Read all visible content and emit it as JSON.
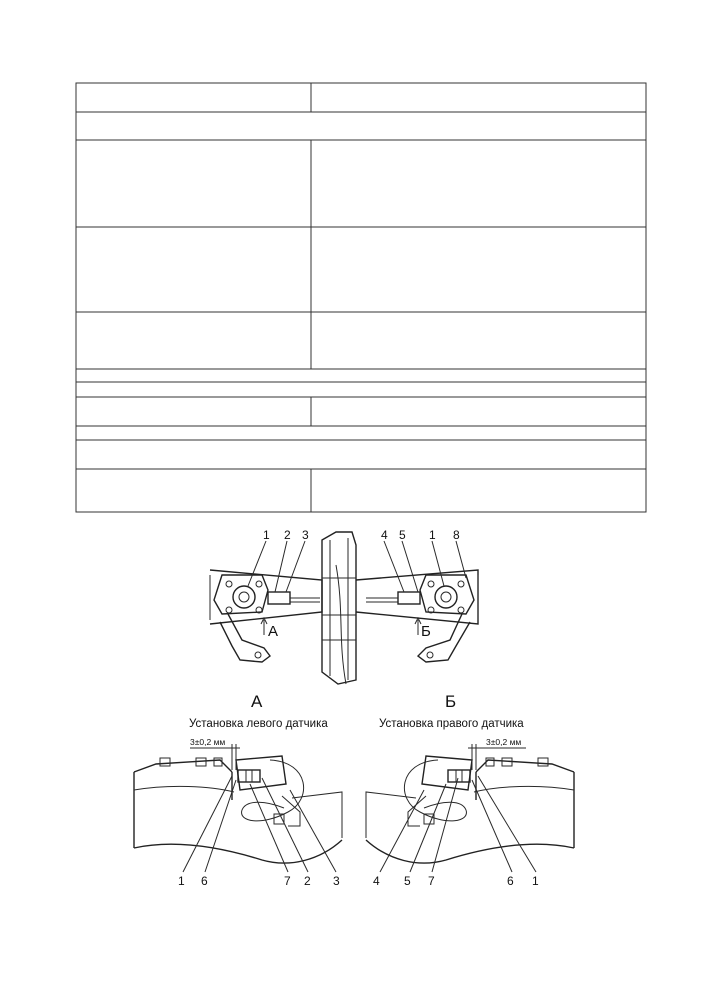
{
  "figure": {
    "top_view": {
      "left_callouts": [
        "1",
        "2",
        "3"
      ],
      "right_callouts": [
        "4",
        "5",
        "1",
        "8"
      ],
      "view_marker_left": "А",
      "view_marker_right": "Б"
    },
    "detail_left": {
      "view_letter": "А",
      "caption": "Установка левого датчика",
      "dimension": "3±0,2 мм",
      "callouts": [
        "1",
        "6",
        "7",
        "2",
        "3"
      ]
    },
    "detail_right": {
      "view_letter": "Б",
      "caption": "Установка правого датчика",
      "dimension": "3±0,2 мм",
      "callouts": [
        "4",
        "5",
        "7",
        "6",
        "1"
      ]
    }
  }
}
